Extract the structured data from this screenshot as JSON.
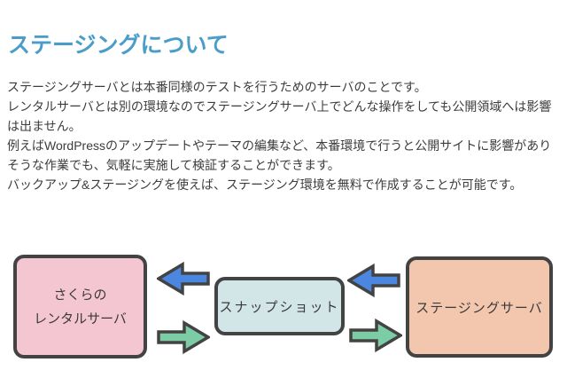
{
  "page": {
    "background": "#ffffff"
  },
  "header": {
    "title": "ステージングについて",
    "color": "#4a9dc8"
  },
  "intro": {
    "text_color": "#3c3c3c",
    "lines": [
      "ステージングサーバとは本番同様のテストを行うためのサーバのことです。",
      "レンタルサーバとは別の環境なのでステージングサーバ上でどんな操作をしても公開領域へは影響",
      "は出ません。",
      "例えばWordPressのアップデートやテーマの編集など、本番環境で行うと公開サイトに影響があり",
      "そうな作業でも、気軽に実施して検証することができます。",
      "バックアップ&ステージングを使えば、ステージング環境を無料で作成することが可能です。"
    ]
  },
  "diagram": {
    "outline_color": "#434343",
    "boxes": [
      {
        "name": "rental-server",
        "lines": [
          "さくらの",
          "レンタルサーバ"
        ],
        "fill": "#f4c6d2"
      },
      {
        "name": "snapshot",
        "lines": [
          "スナップショット"
        ],
        "fill": "#d2e6e8"
      },
      {
        "name": "staging-server",
        "lines": [
          "ステージングサーバ"
        ],
        "fill": "#f2c7ae"
      }
    ],
    "arrows": [
      {
        "name": "snapshot-to-rental",
        "direction": "left",
        "fill": "#4b86e1"
      },
      {
        "name": "rental-to-snapshot",
        "direction": "right",
        "fill": "#7ccda5"
      },
      {
        "name": "staging-to-snapshot",
        "direction": "left",
        "fill": "#4b86e1"
      },
      {
        "name": "snapshot-to-staging",
        "direction": "right",
        "fill": "#7ccda5"
      }
    ]
  }
}
